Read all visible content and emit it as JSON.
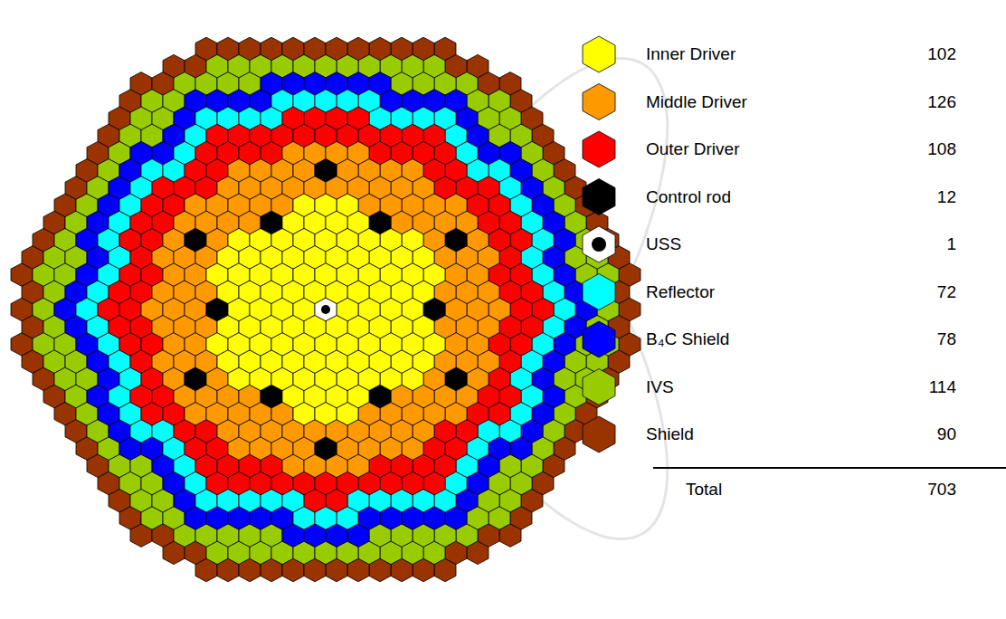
{
  "diagram": {
    "labels": [
      "102",
      "126",
      "108",
      "12",
      "1",
      "72",
      "78",
      "114",
      "90",
      "Total",
      "703"
    ],
    "legend": [
      {
        "text": "Inner Driver",
        "color": "#FFFF00"
      },
      {
        "text": "Middle Driver",
        "color": "#FF9900"
      },
      {
        "text": "Outer Driver",
        "color": "#FF0000"
      },
      {
        "text": "Control rod",
        "color": "#000000"
      },
      {
        "text": "USS"
      },
      {
        "text": "Reflector",
        "color": "#00FFFF"
      },
      {
        "text": "B₄C Shield",
        "color": "#0000FF"
      },
      {
        "text": "IVS",
        "color": "#99CC00"
      },
      {
        "text": "Shield",
        "color": "#993300"
      }
    ]
  }
}
